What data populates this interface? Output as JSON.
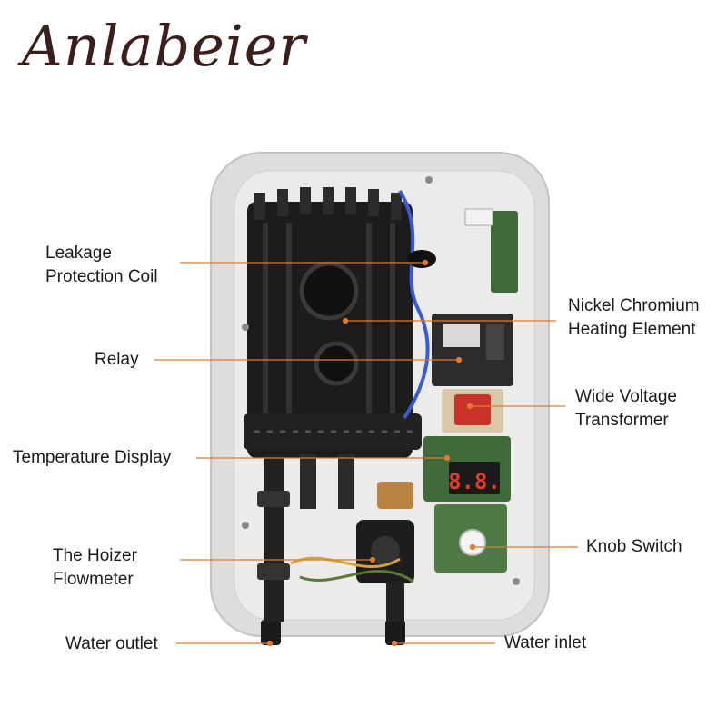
{
  "brand": {
    "logo_text": "Anlabeier"
  },
  "colors": {
    "leader_line": "#e07a2e",
    "housing": "#dedcdc",
    "housing_inner": "#ecebea",
    "heater_body": "#1c1c1c",
    "pcb": "#3f6b3a",
    "transformer": "#c8342a",
    "display_digits": "#e33a2a",
    "copper": "#b9823f"
  },
  "labels": {
    "leakage": {
      "line1": "Leakage",
      "line2": "Protection Coil"
    },
    "nickel": {
      "line1": "Nickel Chromium",
      "line2": "Heating Element"
    },
    "relay": {
      "text": "Relay"
    },
    "transformer": {
      "line1": "Wide Voltage",
      "line2": "Transformer"
    },
    "temp_display": {
      "text": "Temperature Display"
    },
    "knob": {
      "text": "Knob Switch"
    },
    "flowmeter": {
      "line1": "The Hoizer",
      "line2": "Flowmeter"
    },
    "water_outlet": {
      "text": "Water outlet"
    },
    "water_inlet": {
      "text": "Water inlet"
    }
  },
  "display": {
    "digits": "8.8."
  }
}
